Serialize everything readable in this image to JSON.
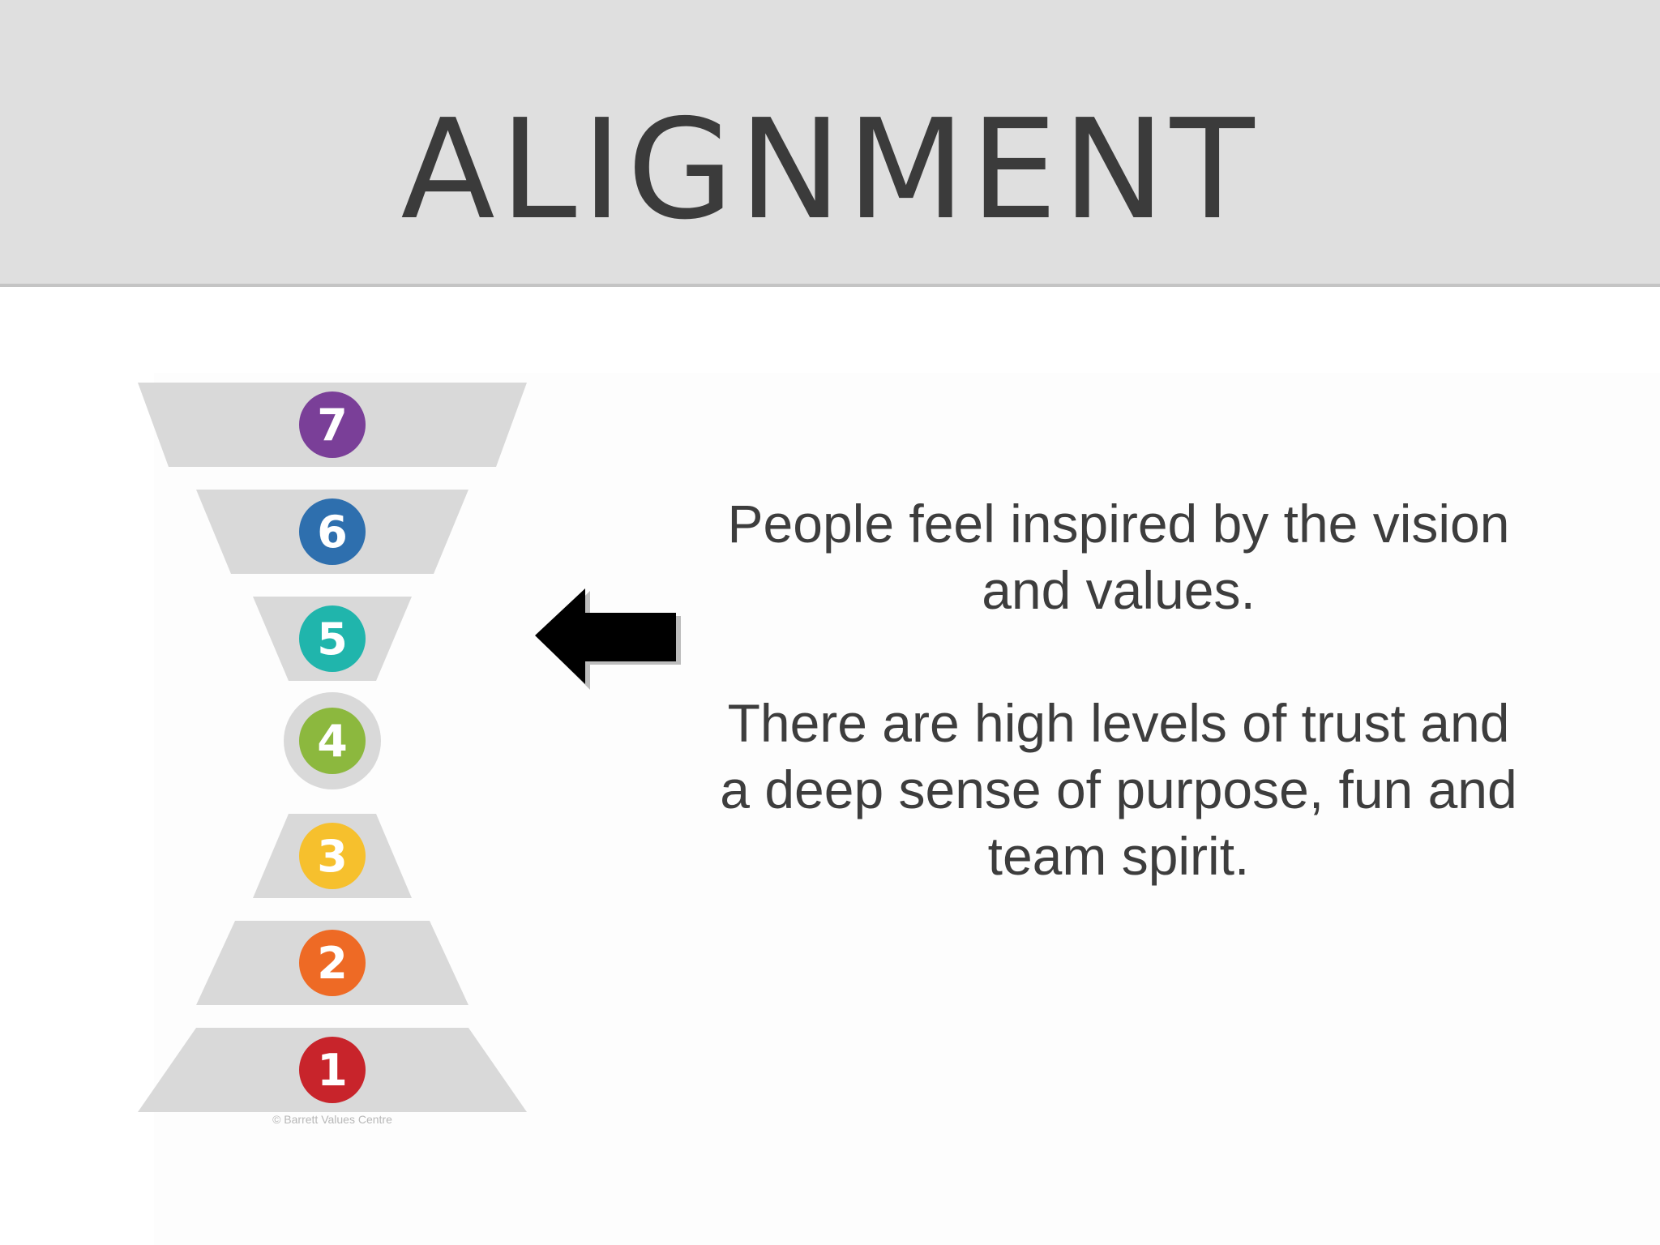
{
  "slide": {
    "title": "ALIGNMENT"
  },
  "diagram": {
    "levels": [
      {
        "number": "7",
        "color": "#7a3f98",
        "shape": "trapezoid-down"
      },
      {
        "number": "6",
        "color": "#2e6fae",
        "shape": "trapezoid-down"
      },
      {
        "number": "5",
        "color": "#20b5ac",
        "shape": "trapezoid-down"
      },
      {
        "number": "4",
        "color": "#8cb83e",
        "shape": "circle"
      },
      {
        "number": "3",
        "color": "#f6c02d",
        "shape": "trapezoid-up"
      },
      {
        "number": "2",
        "color": "#ee6a25",
        "shape": "trapezoid-up"
      },
      {
        "number": "1",
        "color": "#c8242b",
        "shape": "trapezoid-up"
      }
    ],
    "copyright": "© Barrett Values Centre",
    "pointer": {
      "icon": "arrow-left-icon",
      "points_to_level": "5"
    }
  },
  "text": {
    "paragraph_1": "People feel inspired by the vision and values.",
    "paragraph_2": "There are high levels of trust and a deep sense of purpose, fun and team spirit."
  }
}
